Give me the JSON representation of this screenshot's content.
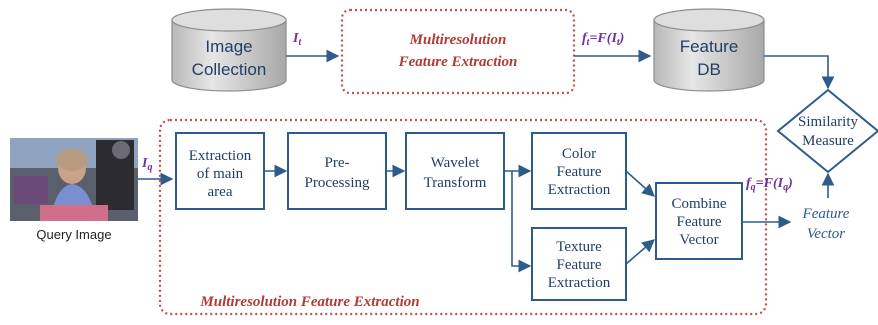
{
  "top": {
    "image_collection": [
      "Image",
      "Collection"
    ],
    "input_label": {
      "base": "I",
      "sub": "t"
    },
    "mfe_title": [
      "Multiresolution",
      "Feature Extraction"
    ],
    "output_label": {
      "lhs": "f",
      "lhs_sub": "t",
      "eq": "=F(",
      "arg": "I",
      "arg_sub": "t",
      "close": ")"
    },
    "feature_db": [
      "Feature",
      "DB"
    ]
  },
  "similarity": [
    "Similarity",
    "Measure"
  ],
  "query": {
    "caption": "Query Image",
    "input_label": {
      "base": "I",
      "sub": "q"
    }
  },
  "pipeline": {
    "extraction": [
      "Extraction",
      "of main",
      "area"
    ],
    "preprocessing": [
      "Pre-",
      "Processing"
    ],
    "wavelet": [
      "Wavelet",
      "Transform"
    ],
    "color": [
      "Color",
      "Feature",
      "Extraction"
    ],
    "texture": [
      "Texture",
      "Feature",
      "Extraction"
    ],
    "combine": [
      "Combine",
      "Feature",
      "Vector"
    ],
    "label": "Multiresolution Feature Extraction"
  },
  "output": {
    "label": {
      "lhs": "f",
      "lhs_sub": "q",
      "eq": "=F(",
      "arg": "I",
      "arg_sub": "q",
      "close": ")"
    },
    "feature_vector": [
      "Feature",
      "Vector"
    ]
  },
  "colors": {
    "box_stroke": "#2e5c8a",
    "dashed": "#c0504d",
    "label_purple": "#7030a0",
    "cylinder": "#d0d0d0"
  }
}
